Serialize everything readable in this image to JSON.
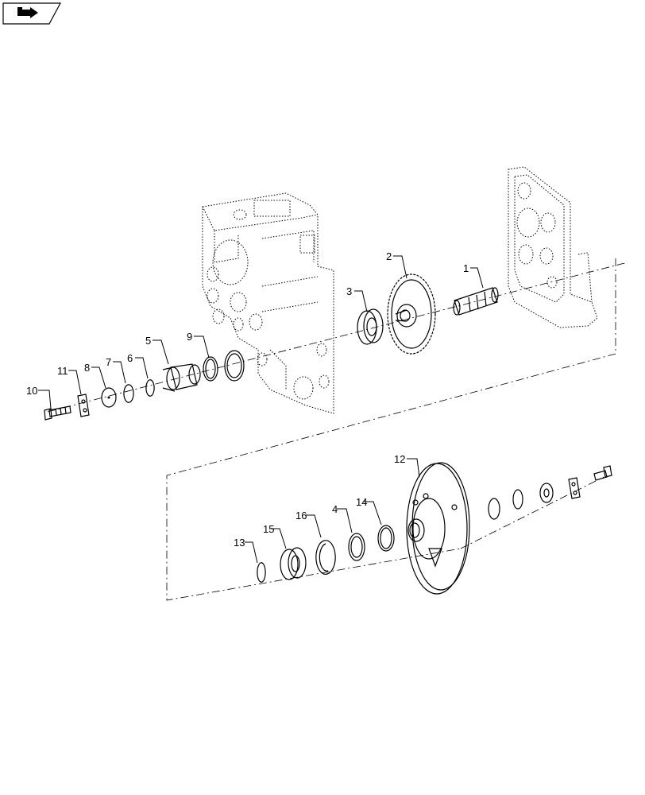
{
  "nav": {
    "icon": "next-page-arrow-icon"
  },
  "callouts": [
    "1",
    "2",
    "3",
    "4",
    "5",
    "6",
    "7",
    "8",
    "9",
    "10",
    "11",
    "12",
    "13",
    "14",
    "15",
    "16"
  ]
}
